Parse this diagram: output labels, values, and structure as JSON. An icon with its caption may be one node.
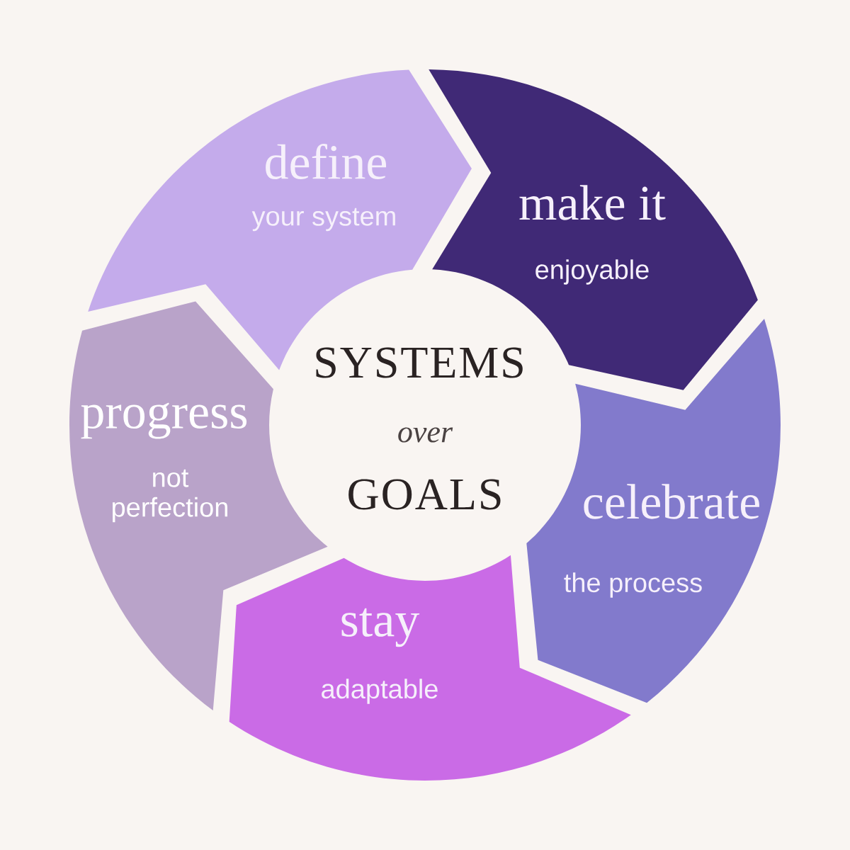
{
  "diagram": {
    "nodes": [
      {
        "text": [
          "SYSTEMS",
          "over",
          "GOALS"
        ]
      },
      {
        "text": [
          "define",
          "your system"
        ]
      },
      {
        "text": [
          "make it",
          "enjoyable"
        ]
      },
      {
        "text": [
          "celebrate",
          "the process"
        ]
      },
      {
        "text": [
          "stay",
          "adaptable"
        ]
      },
      {
        "text": [
          "progress",
          "not perfection"
        ]
      }
    ]
  }
}
